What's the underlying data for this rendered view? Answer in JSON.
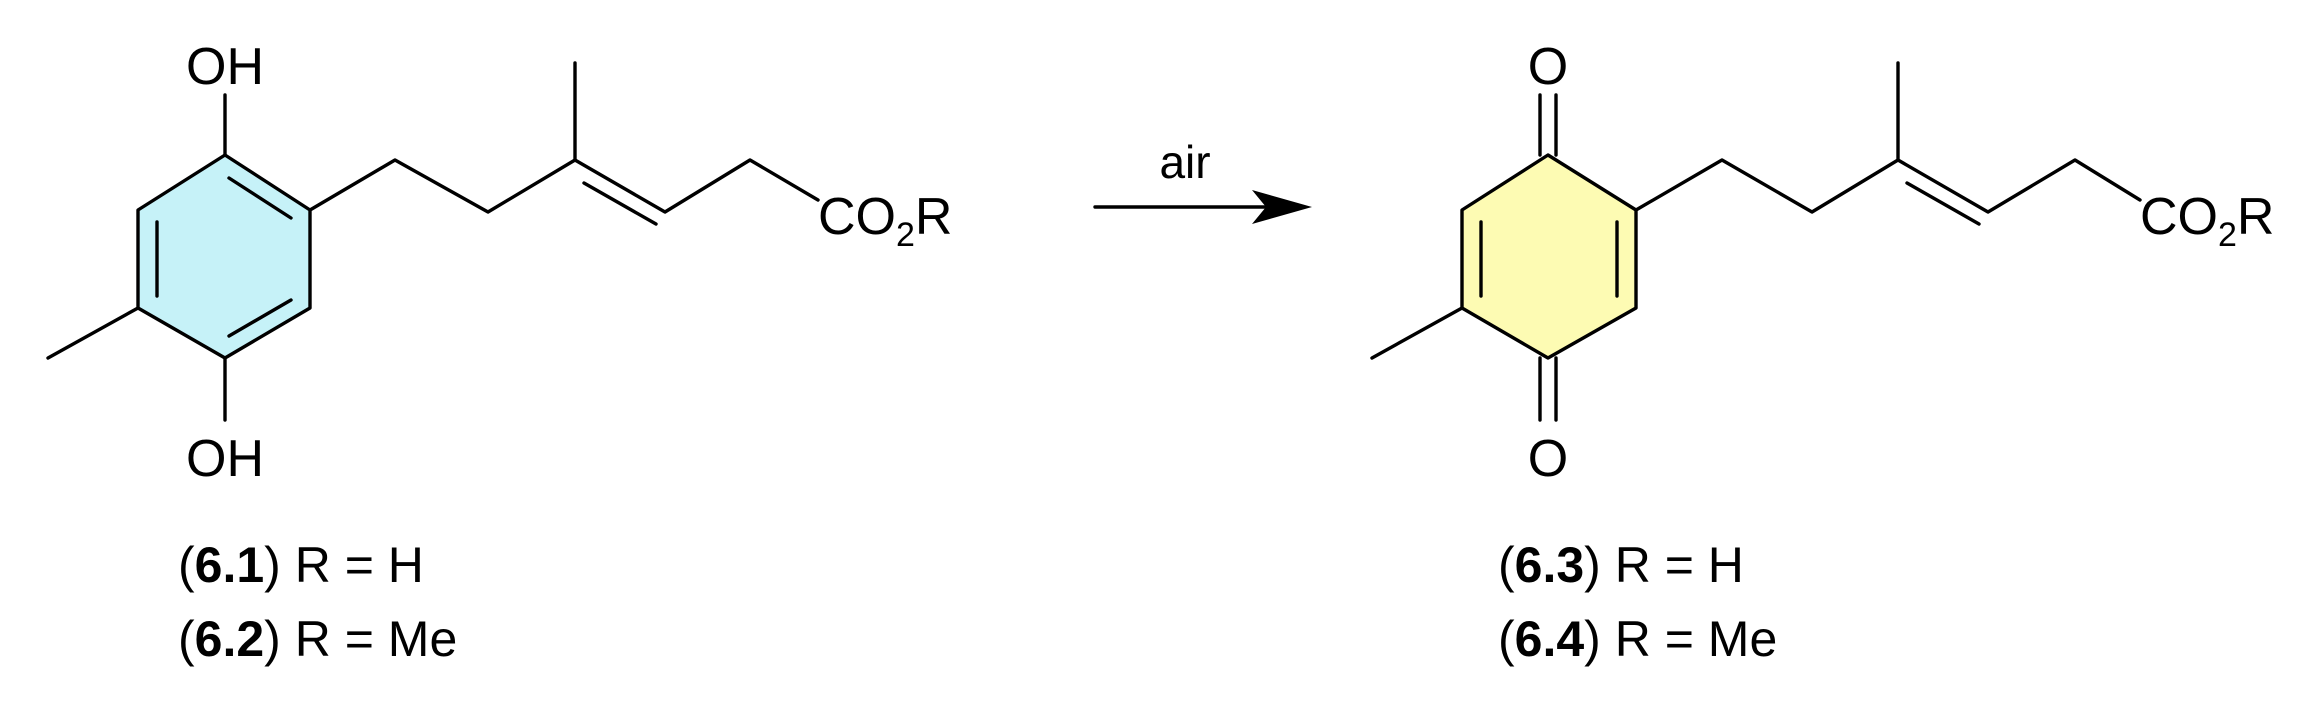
{
  "colors": {
    "hydroquinone_ring": "#c6f2f8",
    "quinone_ring": "#fdfbb3",
    "ink": "#000000"
  },
  "reaction": {
    "condition": "air"
  },
  "starting_material": {
    "substituent_top": "OH",
    "substituent_bottom": "OH",
    "ester": {
      "prefix": "CO",
      "subscript": "2",
      "suffix": "R"
    },
    "compounds": [
      {
        "open": "(",
        "id": "6.1",
        "close": ")",
        "desc": " R = H"
      },
      {
        "open": "(",
        "id": "6.2",
        "close": ")",
        "desc": " R = Me"
      }
    ]
  },
  "product": {
    "substituent_top": "O",
    "substituent_bottom": "O",
    "ester": {
      "prefix": "CO",
      "subscript": "2",
      "suffix": "R"
    },
    "compounds": [
      {
        "open": "(",
        "id": "6.3",
        "close": ")",
        "desc": " R = H"
      },
      {
        "open": "(",
        "id": "6.4",
        "close": ")",
        "desc": " R = Me"
      }
    ]
  }
}
